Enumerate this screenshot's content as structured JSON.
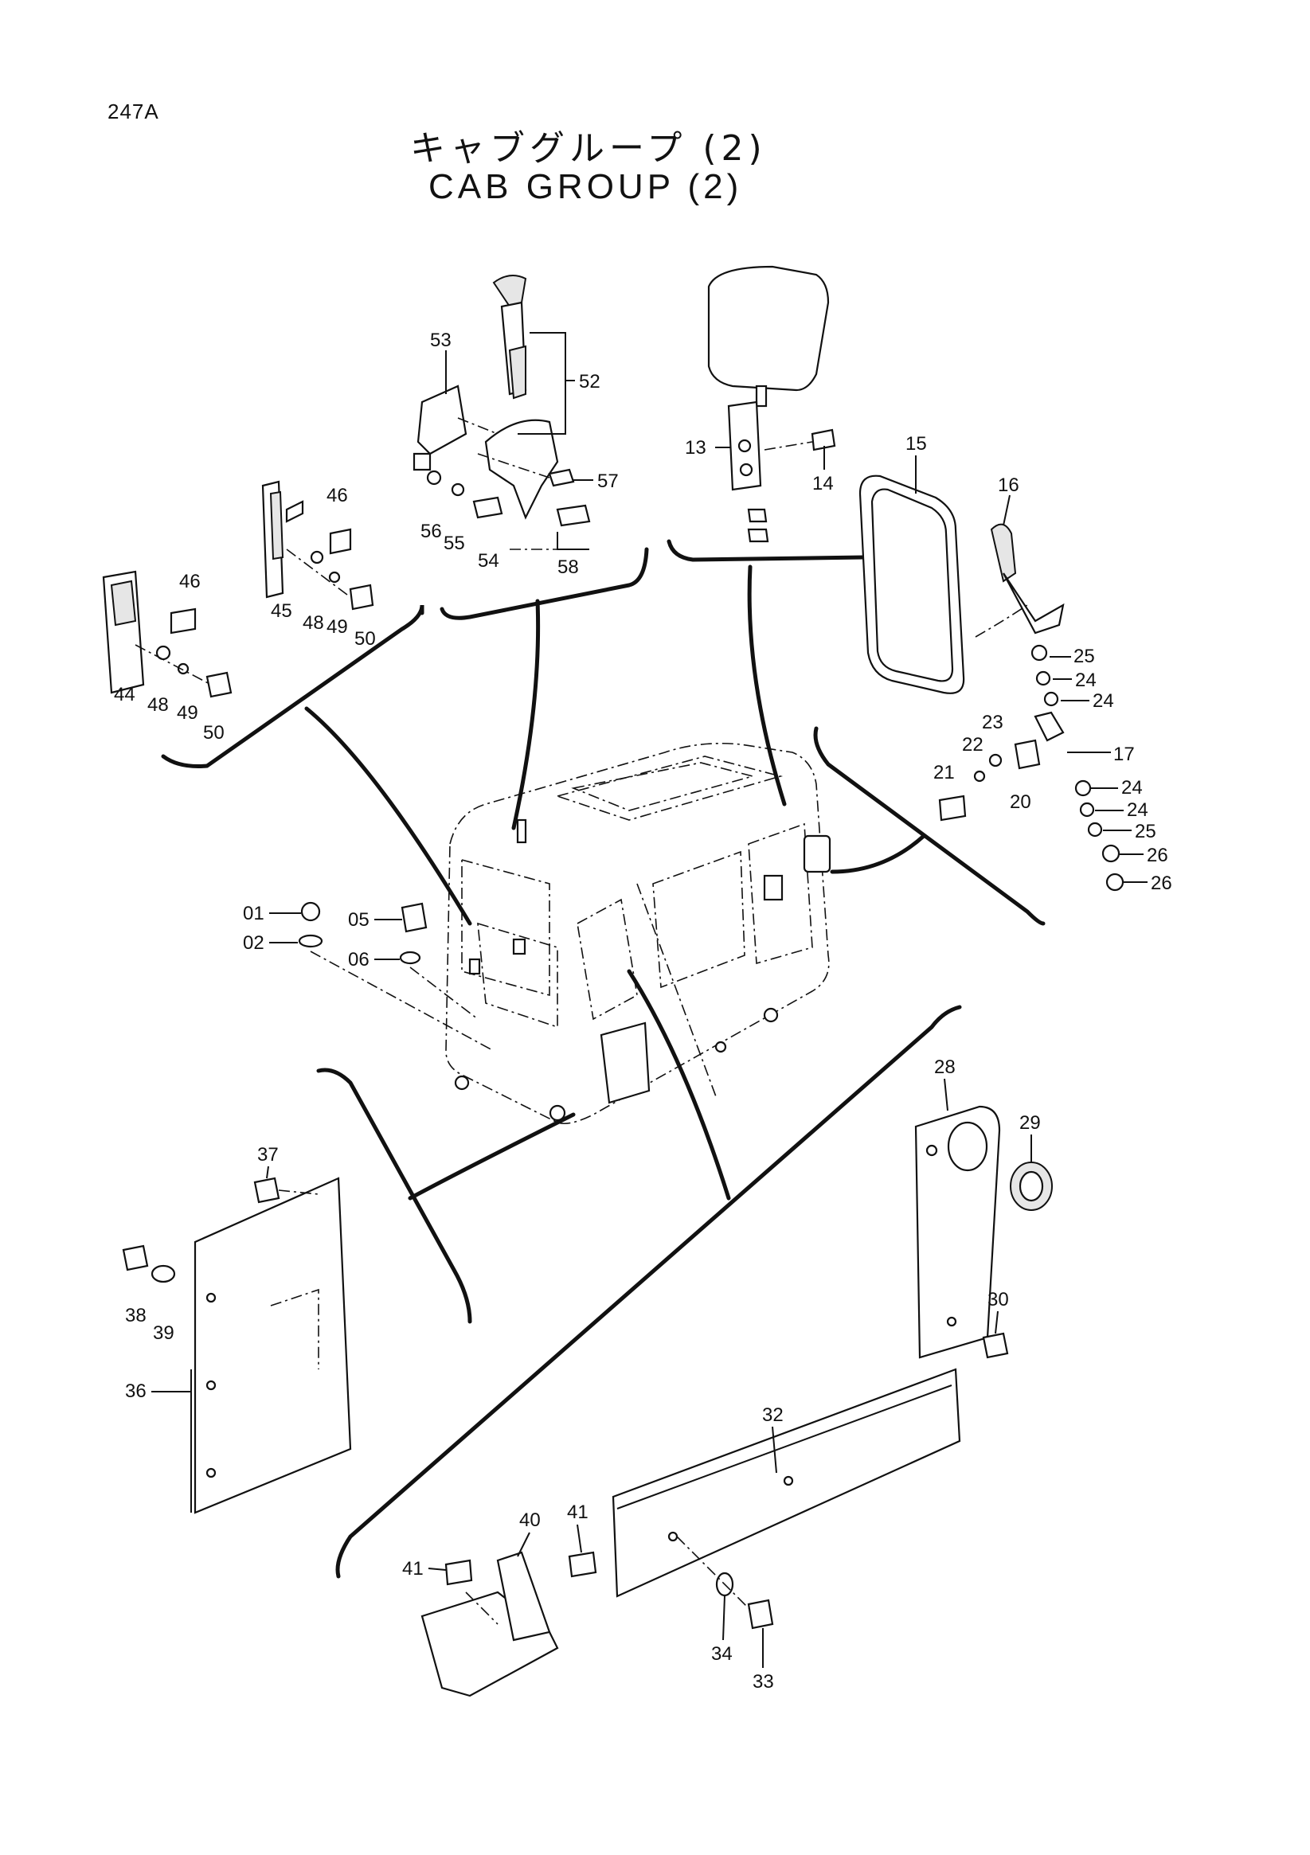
{
  "page_id": "247A",
  "title_jp": "キャブグループ (2)",
  "title_en": "CAB GROUP (2)",
  "callouts": [
    {
      "label": "53"
    },
    {
      "label": "52"
    },
    {
      "label": "57"
    },
    {
      "label": "56"
    },
    {
      "label": "55"
    },
    {
      "label": "54"
    },
    {
      "label": "58"
    },
    {
      "label": "46"
    },
    {
      "label": "45"
    },
    {
      "label": "48"
    },
    {
      "label": "49"
    },
    {
      "label": "50"
    },
    {
      "label": "46"
    },
    {
      "label": "44"
    },
    {
      "label": "48"
    },
    {
      "label": "49"
    },
    {
      "label": "50"
    },
    {
      "label": "13"
    },
    {
      "label": "14"
    },
    {
      "label": "15"
    },
    {
      "label": "16"
    },
    {
      "label": "25"
    },
    {
      "label": "24"
    },
    {
      "label": "24"
    },
    {
      "label": "17"
    },
    {
      "label": "23"
    },
    {
      "label": "22"
    },
    {
      "label": "21"
    },
    {
      "label": "20"
    },
    {
      "label": "24"
    },
    {
      "label": "24"
    },
    {
      "label": "25"
    },
    {
      "label": "26"
    },
    {
      "label": "26"
    },
    {
      "label": "01"
    },
    {
      "label": "02"
    },
    {
      "label": "05"
    },
    {
      "label": "06"
    },
    {
      "label": "28"
    },
    {
      "label": "29"
    },
    {
      "label": "30"
    },
    {
      "label": "32"
    },
    {
      "label": "37"
    },
    {
      "label": "38"
    },
    {
      "label": "39"
    },
    {
      "label": "36"
    },
    {
      "label": "40"
    },
    {
      "label": "41"
    },
    {
      "label": "41"
    },
    {
      "label": "34"
    },
    {
      "label": "33"
    }
  ]
}
